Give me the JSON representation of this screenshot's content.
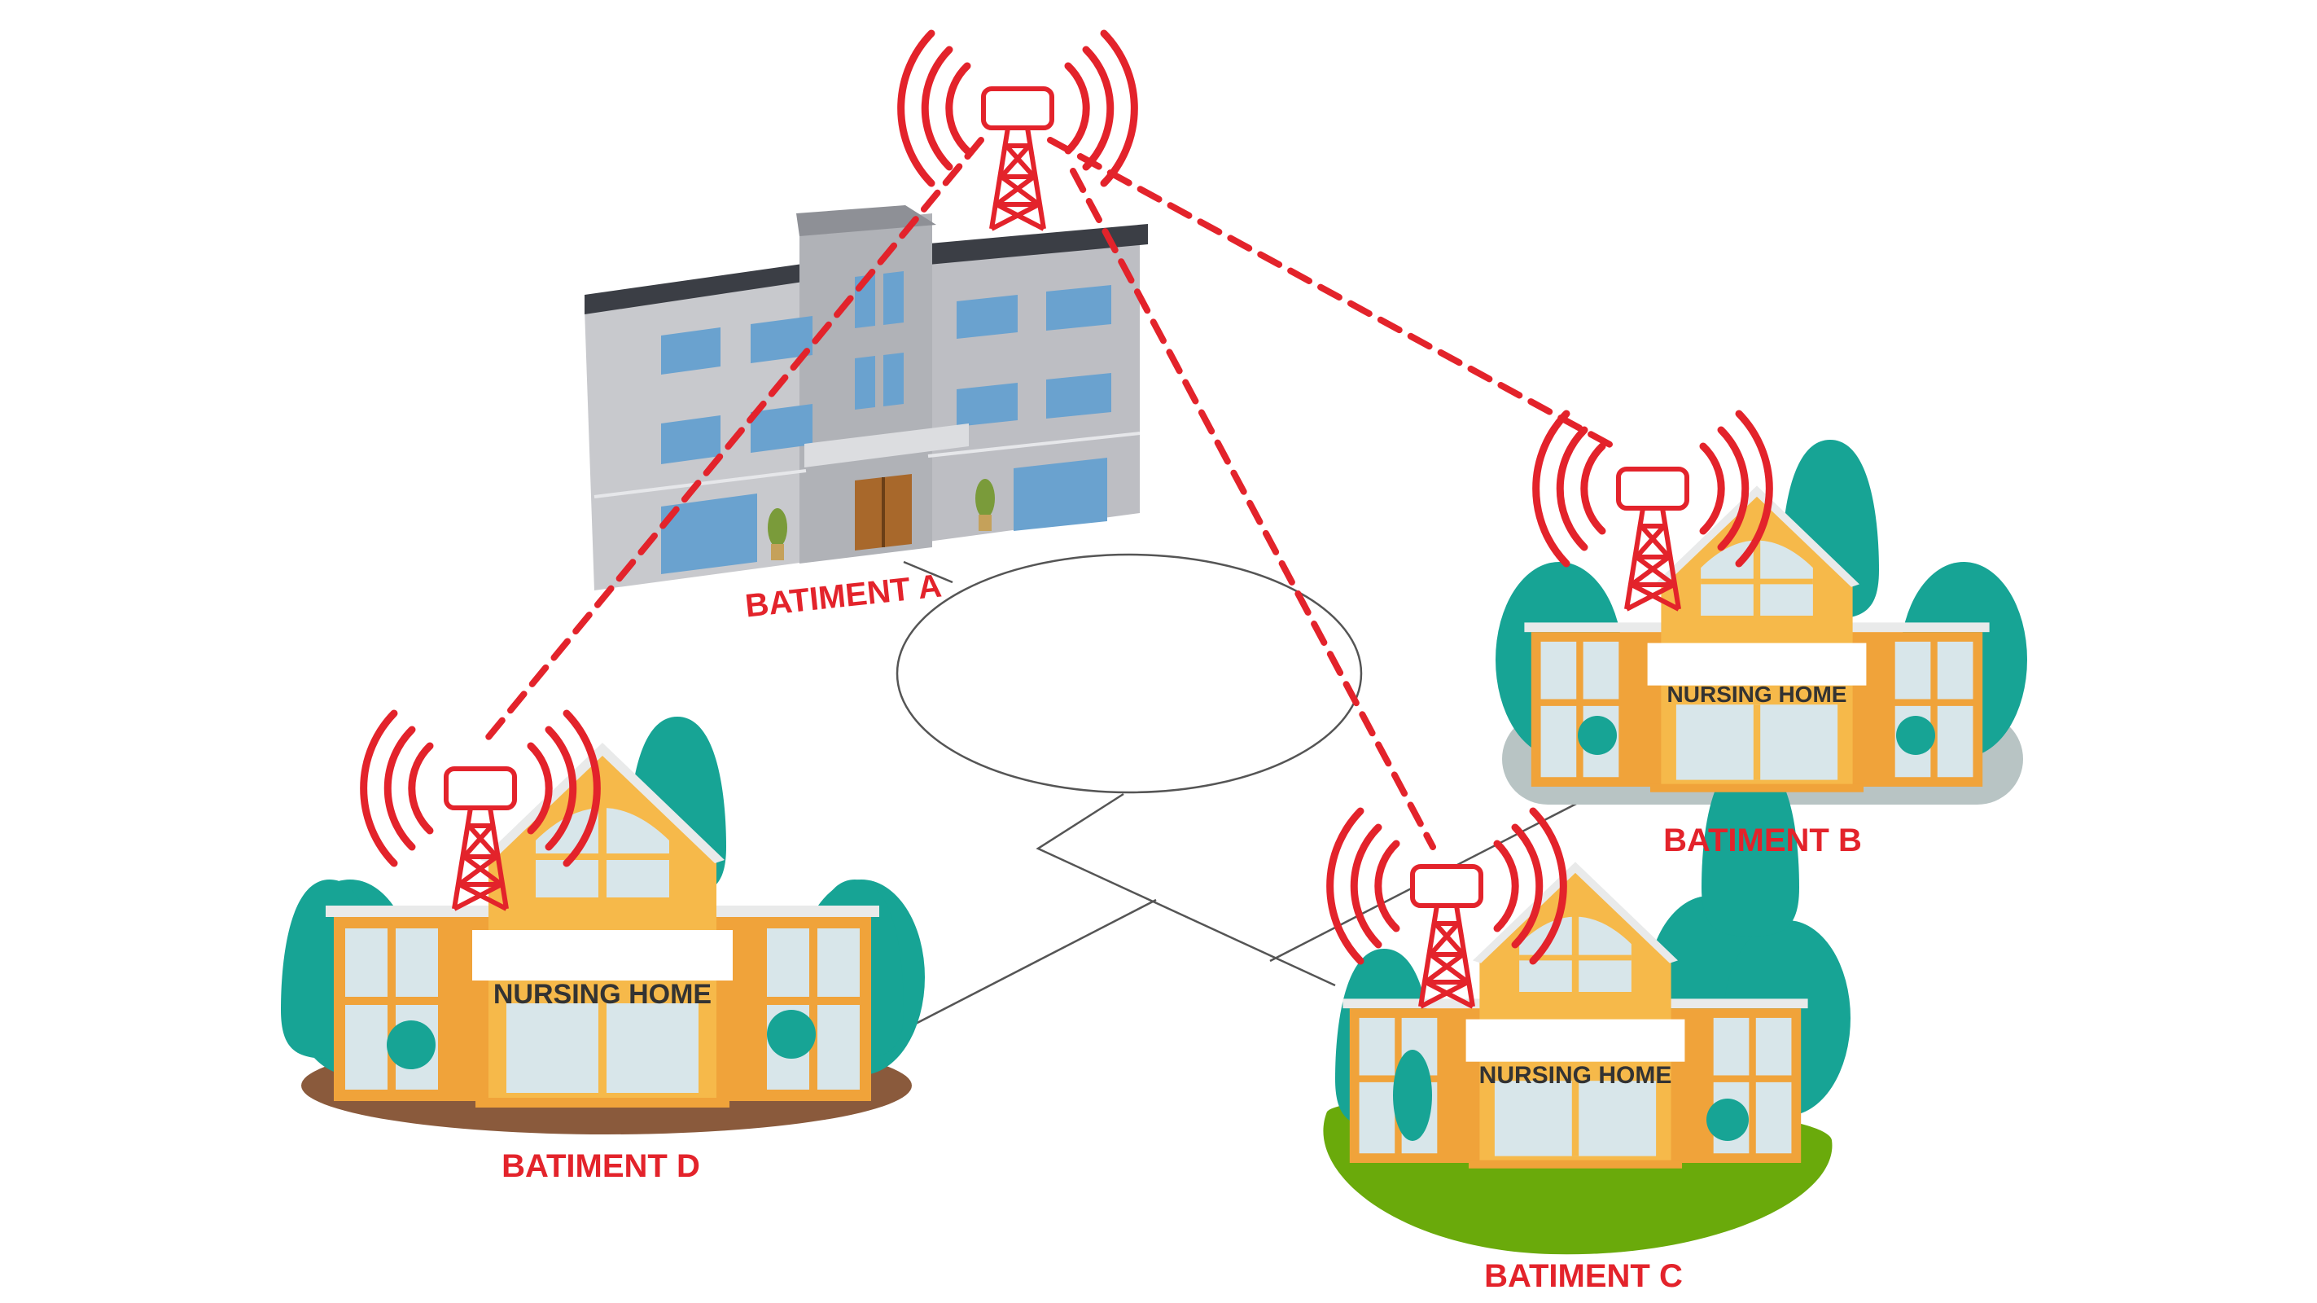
{
  "colors": {
    "accent_red": "#e3232b",
    "teal": "#17a495",
    "facade_yellow": "#f6b94a",
    "facade_orange": "#f0a33a",
    "glass": "#d8e6ea",
    "grey_building": "#c8c9cd",
    "window_blue": "#6aa2cf",
    "ground_brown": "#8a5a3c",
    "ground_green": "#6aaa0b",
    "ground_grey": "#b8c4c4"
  },
  "buildings": {
    "a": {
      "label": "BATIMENT A",
      "icon": "office-building-icon"
    },
    "b": {
      "label": "BATIMENT B",
      "sign": "NURSING HOME",
      "icon": "nursing-home-icon"
    },
    "c": {
      "label": "BATIMENT C",
      "sign": "NURSING HOME",
      "icon": "nursing-home-icon"
    },
    "d": {
      "label": "BATIMENT D",
      "sign": "NURSING HOME",
      "icon": "nursing-home-icon"
    }
  },
  "links": [
    {
      "from": "A",
      "to": "B",
      "style": "dashed-red"
    },
    {
      "from": "A",
      "to": "C",
      "style": "dashed-red"
    },
    {
      "from": "A",
      "to": "D",
      "style": "dashed-red"
    }
  ],
  "icons": {
    "antenna": "antenna-tower-icon",
    "signal": "signal-waves-icon",
    "speech_bubble": "speech-bubble-icon"
  }
}
